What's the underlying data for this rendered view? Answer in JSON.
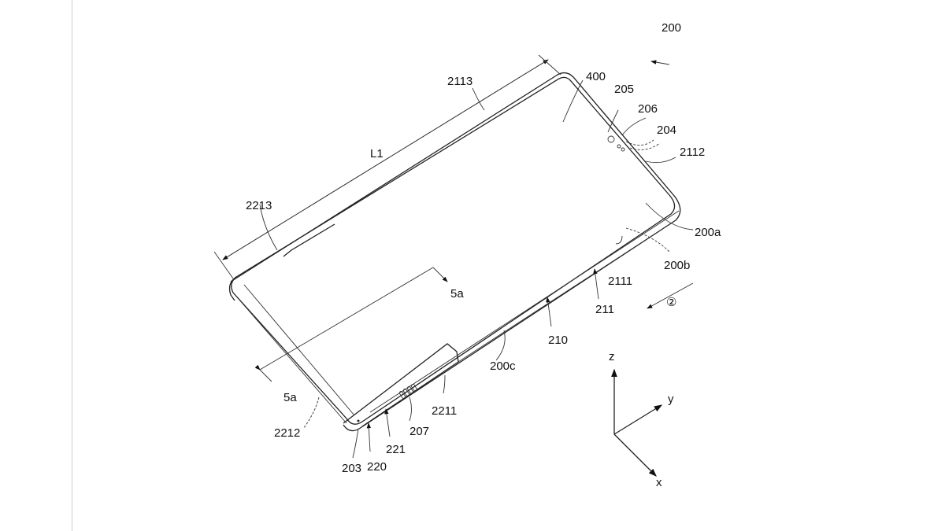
{
  "figure": {
    "reference_numerals": {
      "device": "200",
      "display": "400",
      "edge_top": "2113",
      "camera": "205",
      "sensor": "206",
      "sensor_group": "204",
      "edge_right": "2112",
      "length": "L1",
      "side_part": "2213",
      "front_face": "200a",
      "rear_face": "200b",
      "edge_bottom": "2111",
      "section_top": "5a",
      "first_housing": "211",
      "direction": "②",
      "housing": "210",
      "side_face": "200c",
      "section_bottom": "5a",
      "slide_cover": "2211",
      "rear_edge": "2212",
      "speaker": "207",
      "second_housing_part": "221",
      "hole": "203",
      "second_housing": "220"
    },
    "axes": {
      "z": "z",
      "y": "y",
      "x": "x"
    }
  }
}
